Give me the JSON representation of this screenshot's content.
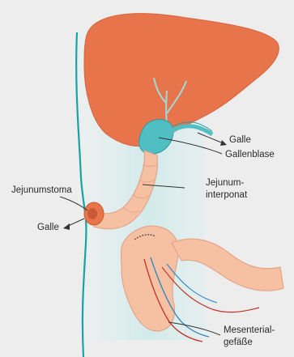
{
  "labels": {
    "galle_top": "Galle",
    "gallenblase": "Gallenblase",
    "jejunum_interponat_line1": "Jejunum-",
    "jejunum_interponat_line2": "interponat",
    "jejunumstoma": "Jejunumstoma",
    "galle_left": "Galle",
    "mesenterial_line1": "Mesenterial-",
    "mesenterial_line2": "gefäße"
  },
  "colors": {
    "background_panel": "#ededed",
    "abdominal_cavity_shade": "#cfe9ea",
    "liver": "#e8744c",
    "biliary_ducts": "#4fbfc3",
    "jejunum": "#f6c0a3",
    "jejunum_outline": "#e3a588",
    "stoma": "#e8744c",
    "mesenteric_vessel": "#c0392b",
    "peritoneum_line": "#17a2a6",
    "label_text": "#2a2a2a",
    "pointer_line": "#333333"
  }
}
